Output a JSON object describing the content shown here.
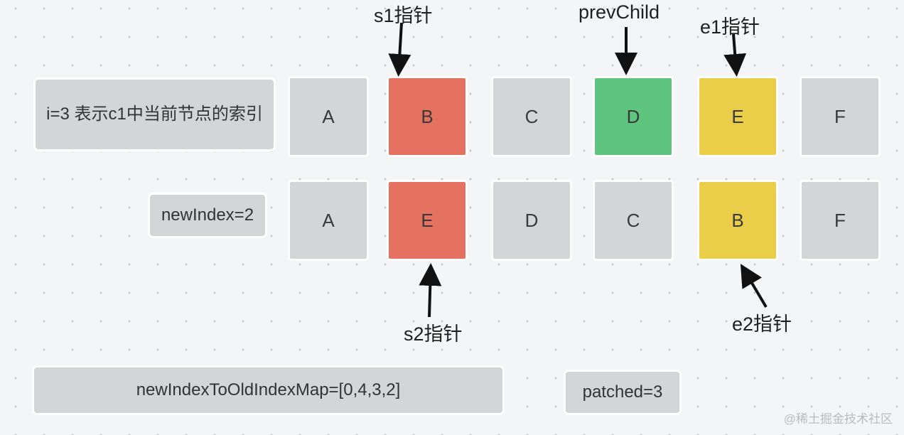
{
  "info": {
    "index_desc": "i=3 表示c1中当前节点的索引",
    "new_index": "newIndex=2",
    "map": "newIndexToOldIndexMap=[0,4,3,2]",
    "patched": "patched=3"
  },
  "old_row": [
    {
      "label": "A",
      "color": "#d3d5d7"
    },
    {
      "label": "B",
      "color": "#e57160"
    },
    {
      "label": "C",
      "color": "#d3d5d7"
    },
    {
      "label": "D",
      "color": "#5ec47e"
    },
    {
      "label": "E",
      "color": "#eacd48"
    },
    {
      "label": "F",
      "color": "#d3d5d7"
    }
  ],
  "new_row": [
    {
      "label": "A",
      "color": "#d3d5d7"
    },
    {
      "label": "E",
      "color": "#e57160"
    },
    {
      "label": "D",
      "color": "#d3d5d7"
    },
    {
      "label": "C",
      "color": "#d3d5d7"
    },
    {
      "label": "B",
      "color": "#eacd48"
    },
    {
      "label": "F",
      "color": "#d3d5d7"
    }
  ],
  "pointers": {
    "s1": "s1指针",
    "prev_child": "prevChild",
    "e1": "e1指针",
    "s2": "s2指针",
    "e2": "e2指针"
  },
  "watermark": "@稀土掘金技术社区"
}
